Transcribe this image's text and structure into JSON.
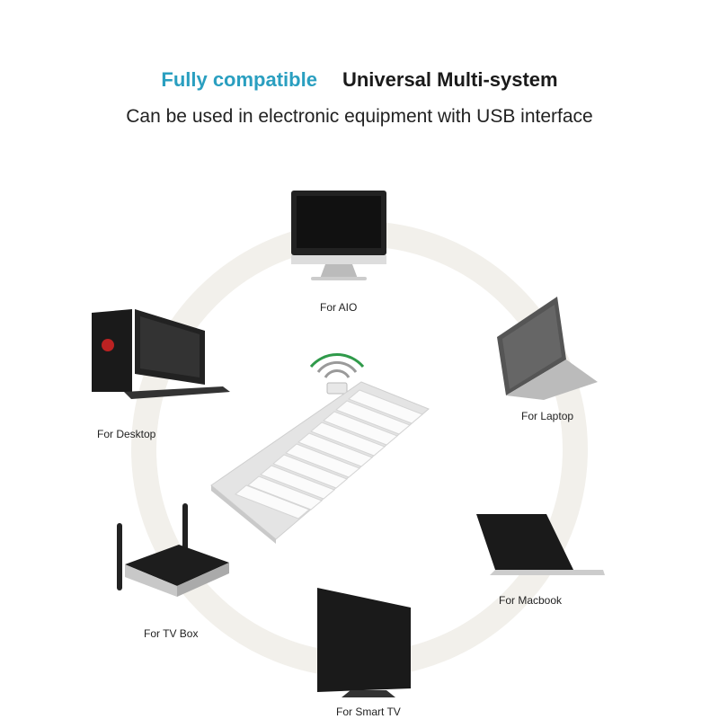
{
  "header": {
    "highlight": "Fully compatible",
    "title": "Universal Multi-system",
    "subtitle": "Can be used in electronic equipment with USB interface"
  },
  "devices": [
    {
      "label": "For AIO"
    },
    {
      "label": "For Laptop"
    },
    {
      "label": "For Macbook"
    },
    {
      "label": "For Smart TV"
    },
    {
      "label": "For TV Box"
    },
    {
      "label": "For Desktop"
    }
  ],
  "colors": {
    "accent": "#2a9fc0",
    "ring": "#f2f0eb"
  }
}
